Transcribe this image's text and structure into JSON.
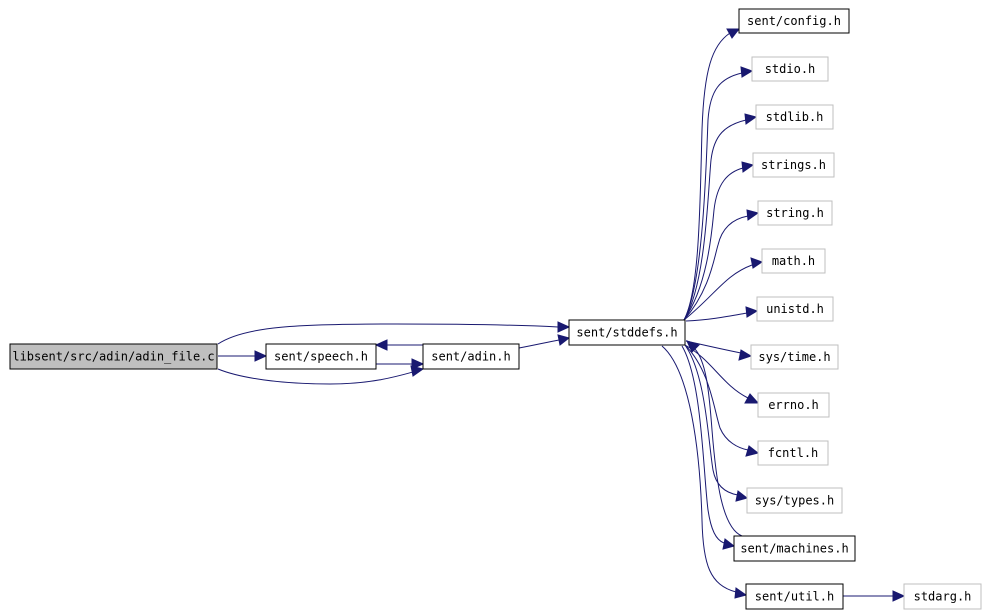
{
  "graph": {
    "nodes": [
      {
        "id": "adin_file",
        "label": "libsent/src/adin/adin_file.c",
        "style": "root"
      },
      {
        "id": "speech",
        "label": "sent/speech.h",
        "style": "documented"
      },
      {
        "id": "adin",
        "label": "sent/adin.h",
        "style": "documented"
      },
      {
        "id": "stddefs",
        "label": "sent/stddefs.h",
        "style": "documented"
      },
      {
        "id": "config",
        "label": "sent/config.h",
        "style": "documented"
      },
      {
        "id": "stdio",
        "label": "stdio.h",
        "style": "external"
      },
      {
        "id": "stdlib",
        "label": "stdlib.h",
        "style": "external"
      },
      {
        "id": "strings",
        "label": "strings.h",
        "style": "external"
      },
      {
        "id": "string",
        "label": "string.h",
        "style": "external"
      },
      {
        "id": "math",
        "label": "math.h",
        "style": "external"
      },
      {
        "id": "unistd",
        "label": "unistd.h",
        "style": "external"
      },
      {
        "id": "systime",
        "label": "sys/time.h",
        "style": "external"
      },
      {
        "id": "errno",
        "label": "errno.h",
        "style": "external"
      },
      {
        "id": "fcntl",
        "label": "fcntl.h",
        "style": "external"
      },
      {
        "id": "systypes",
        "label": "sys/types.h",
        "style": "external"
      },
      {
        "id": "machines",
        "label": "sent/machines.h",
        "style": "documented"
      },
      {
        "id": "util",
        "label": "sent/util.h",
        "style": "documented"
      },
      {
        "id": "stdarg",
        "label": "stdarg.h",
        "style": "external"
      }
    ],
    "edges": [
      {
        "from": "adin_file",
        "to": "speech"
      },
      {
        "from": "adin_file",
        "to": "stddefs"
      },
      {
        "from": "adin_file",
        "to": "adin"
      },
      {
        "from": "speech",
        "to": "adin"
      },
      {
        "from": "adin",
        "to": "speech"
      },
      {
        "from": "adin",
        "to": "stddefs"
      },
      {
        "from": "stddefs",
        "to": "config"
      },
      {
        "from": "stddefs",
        "to": "stdio"
      },
      {
        "from": "stddefs",
        "to": "stdlib"
      },
      {
        "from": "stddefs",
        "to": "strings"
      },
      {
        "from": "stddefs",
        "to": "string"
      },
      {
        "from": "stddefs",
        "to": "math"
      },
      {
        "from": "stddefs",
        "to": "unistd"
      },
      {
        "from": "stddefs",
        "to": "systime"
      },
      {
        "from": "stddefs",
        "to": "errno"
      },
      {
        "from": "stddefs",
        "to": "fcntl"
      },
      {
        "from": "stddefs",
        "to": "systypes"
      },
      {
        "from": "stddefs",
        "to": "machines"
      },
      {
        "from": "stddefs",
        "to": "util"
      },
      {
        "from": "machines",
        "to": "stddefs"
      },
      {
        "from": "util",
        "to": "stdarg"
      }
    ]
  },
  "colors": {
    "edge": "#191970",
    "root_fill": "#bfbfbf",
    "documented_border": "#000000",
    "external_border": "#bfbfbf",
    "node_fill": "#ffffff"
  }
}
